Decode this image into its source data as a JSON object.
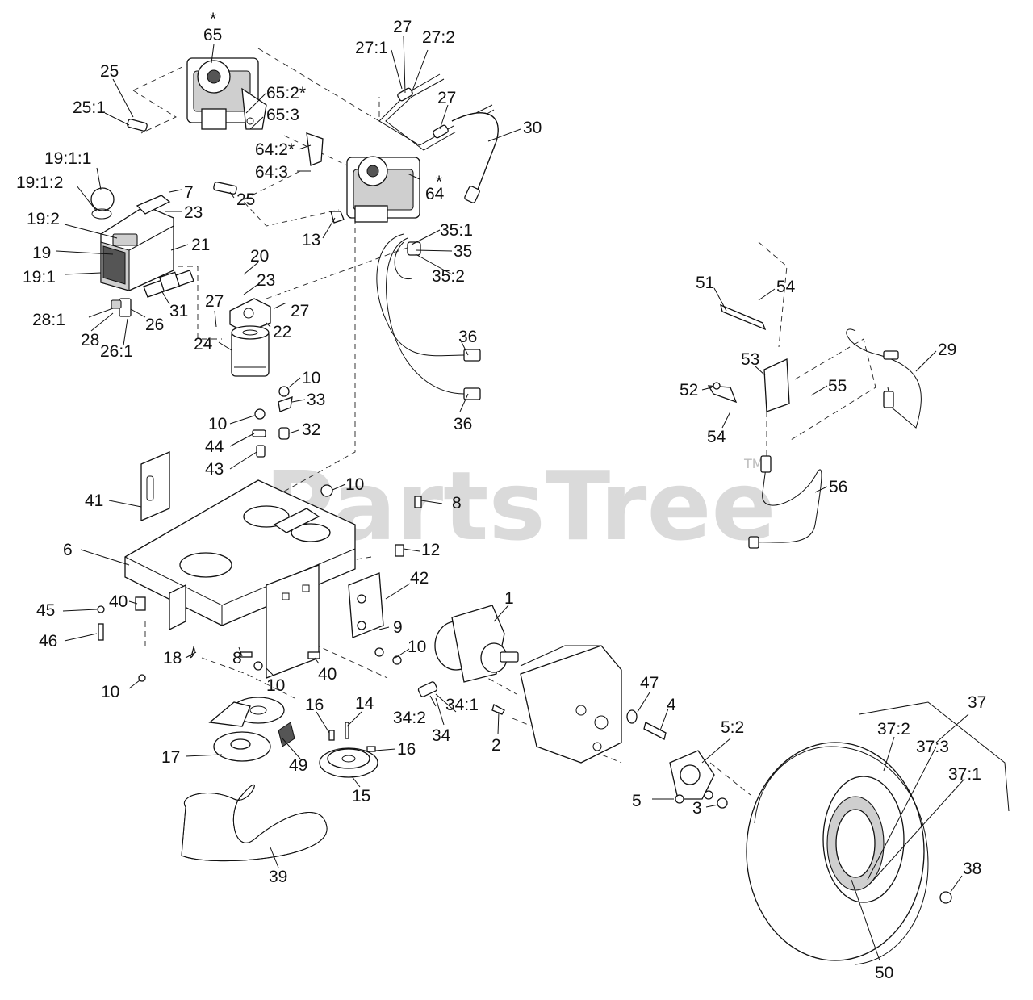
{
  "watermark": {
    "text": "PartsTree",
    "trademark": "TM"
  },
  "callouts": [
    {
      "id": "c65",
      "text": "65"
    },
    {
      "id": "c65star",
      "text": "*"
    },
    {
      "id": "c25a",
      "text": "25"
    },
    {
      "id": "c25_1",
      "text": "25:1"
    },
    {
      "id": "c65_2",
      "text": "65:2*"
    },
    {
      "id": "c65_3",
      "text": "65:3"
    },
    {
      "id": "c27a",
      "text": "27"
    },
    {
      "id": "c27_1",
      "text": "27:1"
    },
    {
      "id": "c27_2",
      "text": "27:2"
    },
    {
      "id": "c27b",
      "text": "27"
    },
    {
      "id": "c30",
      "text": "30"
    },
    {
      "id": "c64_2",
      "text": "64:2*"
    },
    {
      "id": "c64_3",
      "text": "64:3"
    },
    {
      "id": "c64",
      "text": "64"
    },
    {
      "id": "c64star",
      "text": "*"
    },
    {
      "id": "c19_1_1",
      "text": "19:1:1"
    },
    {
      "id": "c19_1_2",
      "text": "19:1:2"
    },
    {
      "id": "c7",
      "text": "7"
    },
    {
      "id": "c23a",
      "text": "23"
    },
    {
      "id": "c25b",
      "text": "25"
    },
    {
      "id": "c19_2",
      "text": "19:2"
    },
    {
      "id": "c19",
      "text": "19"
    },
    {
      "id": "c21",
      "text": "21"
    },
    {
      "id": "c19_1",
      "text": "19:1"
    },
    {
      "id": "c13",
      "text": "13"
    },
    {
      "id": "c35_1",
      "text": "35:1"
    },
    {
      "id": "c35",
      "text": "35"
    },
    {
      "id": "c35_2",
      "text": "35:2"
    },
    {
      "id": "c20",
      "text": "20"
    },
    {
      "id": "c23b",
      "text": "23"
    },
    {
      "id": "c31",
      "text": "31"
    },
    {
      "id": "c27c",
      "text": "27"
    },
    {
      "id": "c27d",
      "text": "27"
    },
    {
      "id": "c28_1",
      "text": "28:1"
    },
    {
      "id": "c28",
      "text": "28"
    },
    {
      "id": "c26",
      "text": "26"
    },
    {
      "id": "c26_1",
      "text": "26:1"
    },
    {
      "id": "c22",
      "text": "22"
    },
    {
      "id": "c24",
      "text": "24"
    },
    {
      "id": "c36a",
      "text": "36"
    },
    {
      "id": "c36b",
      "text": "36"
    },
    {
      "id": "c51",
      "text": "51"
    },
    {
      "id": "c54a",
      "text": "54"
    },
    {
      "id": "c53",
      "text": "53"
    },
    {
      "id": "c52",
      "text": "52"
    },
    {
      "id": "c55",
      "text": "55"
    },
    {
      "id": "c54b",
      "text": "54"
    },
    {
      "id": "c29",
      "text": "29"
    },
    {
      "id": "c56",
      "text": "56"
    },
    {
      "id": "c10a",
      "text": "10"
    },
    {
      "id": "c33",
      "text": "33"
    },
    {
      "id": "c10b",
      "text": "10"
    },
    {
      "id": "c32",
      "text": "32"
    },
    {
      "id": "c44",
      "text": "44"
    },
    {
      "id": "c43",
      "text": "43"
    },
    {
      "id": "c41",
      "text": "41"
    },
    {
      "id": "c10c",
      "text": "10"
    },
    {
      "id": "c8a",
      "text": "8"
    },
    {
      "id": "c6",
      "text": "6"
    },
    {
      "id": "c12",
      "text": "12"
    },
    {
      "id": "c45",
      "text": "45"
    },
    {
      "id": "c40a",
      "text": "40"
    },
    {
      "id": "c46",
      "text": "46"
    },
    {
      "id": "c42",
      "text": "42"
    },
    {
      "id": "c9",
      "text": "9"
    },
    {
      "id": "c10d",
      "text": "10"
    },
    {
      "id": "c1",
      "text": "1"
    },
    {
      "id": "c18",
      "text": "18"
    },
    {
      "id": "c8b",
      "text": "8"
    },
    {
      "id": "c10e",
      "text": "10"
    },
    {
      "id": "c40b",
      "text": "40"
    },
    {
      "id": "c10f",
      "text": "10"
    },
    {
      "id": "c16a",
      "text": "16"
    },
    {
      "id": "c14",
      "text": "14"
    },
    {
      "id": "c34_2",
      "text": "34:2"
    },
    {
      "id": "c34_1",
      "text": "34:1"
    },
    {
      "id": "c34",
      "text": "34"
    },
    {
      "id": "c47",
      "text": "47"
    },
    {
      "id": "c4",
      "text": "4"
    },
    {
      "id": "c2",
      "text": "2"
    },
    {
      "id": "c37",
      "text": "37"
    },
    {
      "id": "c37_2",
      "text": "37:2"
    },
    {
      "id": "c37_3",
      "text": "37:3"
    },
    {
      "id": "c37_1",
      "text": "37:1"
    },
    {
      "id": "c5_2",
      "text": "5:2"
    },
    {
      "id": "c17",
      "text": "17"
    },
    {
      "id": "c49",
      "text": "49"
    },
    {
      "id": "c16b",
      "text": "16"
    },
    {
      "id": "c15",
      "text": "15"
    },
    {
      "id": "c5",
      "text": "5"
    },
    {
      "id": "c3",
      "text": "3"
    },
    {
      "id": "c39",
      "text": "39"
    },
    {
      "id": "c38",
      "text": "38"
    },
    {
      "id": "c50",
      "text": "50"
    }
  ]
}
